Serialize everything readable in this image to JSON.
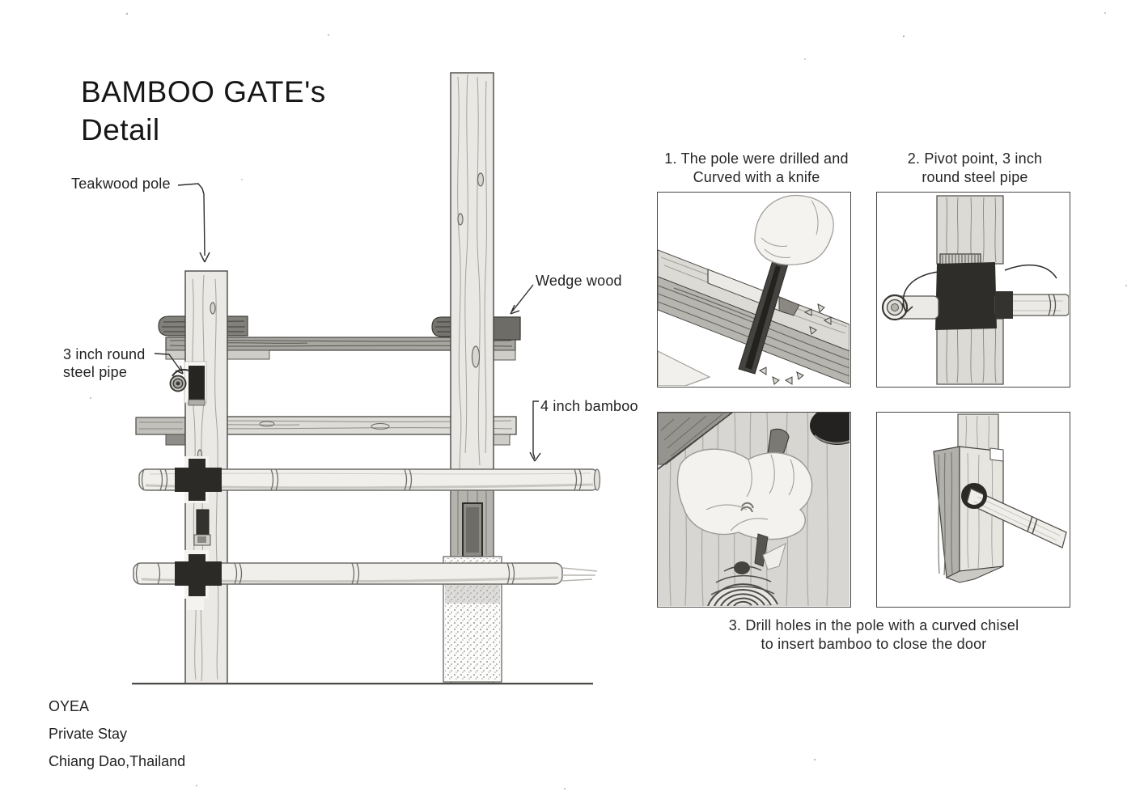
{
  "title": {
    "line1": "BAMBOO GATE's",
    "line2": "Detail"
  },
  "labels": {
    "teakwood_pole": "Teakwood pole",
    "steel_pipe_line1": "3 inch round",
    "steel_pipe_line2": "steel pipe",
    "wedge_wood": "Wedge wood",
    "bamboo_4in": "4 inch bamboo"
  },
  "steps": [
    {
      "line1": "1. The pole were drilled and",
      "line2": "Curved with a knife"
    },
    {
      "line1": "2. Pivot point, 3 inch",
      "line2": "round steel pipe"
    },
    {
      "line1": "3. Drill holes in the pole with a curved chisel",
      "line2": "to insert bamboo to close the door"
    }
  ],
  "footer": {
    "name": "OYEA",
    "subtitle": "Private Stay",
    "location": "Chiang Dao,Thailand"
  },
  "colors": {
    "ink": "#1f1f1f",
    "paper": "#ffffff",
    "pencil_dark": "#2b2a27"
  }
}
